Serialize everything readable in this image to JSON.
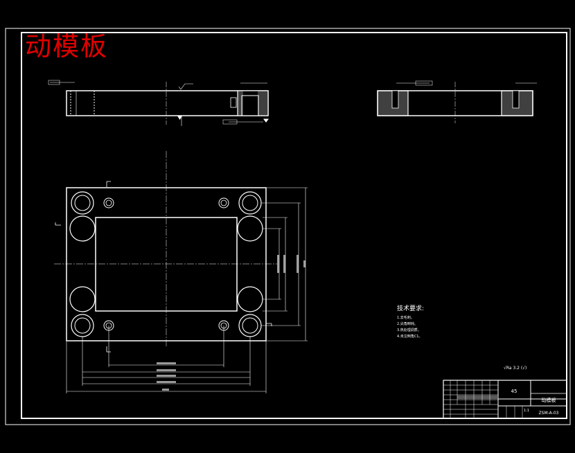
{
  "title": "动模板",
  "tech_requirements": {
    "heading": "技术要求:",
    "items": [
      "1.去毛刺。",
      "2.尖角倒钝。",
      "3.热处理调质。",
      "4.未注倒角C1。"
    ]
  },
  "roughness": "√Ra 3.2 (√)",
  "title_block": {
    "material": "45",
    "part_name": "动模板",
    "drawing_no": "ZSM-A-03",
    "scale": "1:1"
  },
  "colors": {
    "background": "#000000",
    "line": "#ffffff",
    "title": "#e00000"
  }
}
